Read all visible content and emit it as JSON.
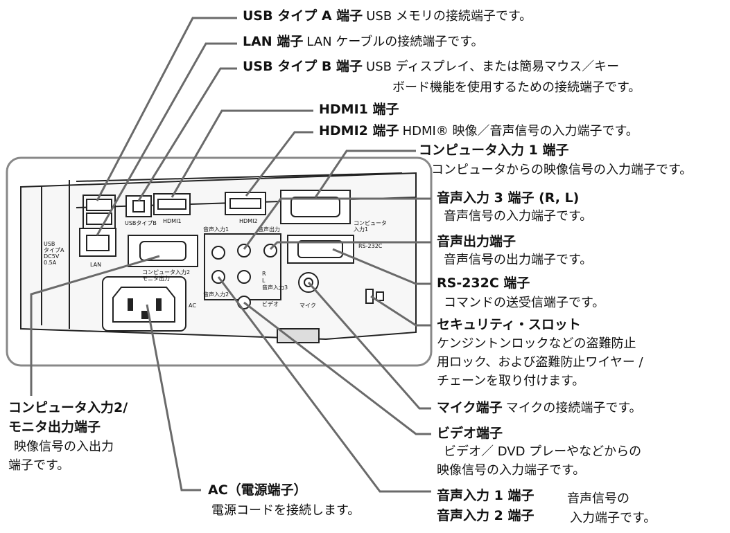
{
  "labels": {
    "usb_a": {
      "title": "USB タイプ A 端子",
      "desc": "USB メモリの接続端子です。"
    },
    "lan": {
      "title": "LAN 端子",
      "desc": "LAN ケーブルの接続端子です。"
    },
    "usb_b": {
      "title": "USB タイプ B 端子",
      "desc": "USB ディスプレイ、または簡易マウス／キー",
      "desc2": "ボード機能を使用するための接続端子です。"
    },
    "hdmi1": {
      "title": "HDMI1 端子"
    },
    "hdmi2": {
      "title": "HDMI2 端子",
      "desc": "HDMI® 映像／音声信号の入力端子です。"
    },
    "computer1": {
      "title": "コンピュータ入力 1 端子",
      "desc": "コンピュータからの映像信号の入力端子です。"
    },
    "audio_in3": {
      "title": "音声入力 3 端子 (R, L)",
      "desc": "音声信号の入力端子です。"
    },
    "audio_out": {
      "title": "音声出力端子",
      "desc": "音声信号の出力端子です。"
    },
    "rs232c": {
      "title": "RS-232C 端子",
      "desc": "コマンドの送受信端子です。"
    },
    "security": {
      "title": "セキュリティ・スロット",
      "desc1": "ケンジントンロックなどの盗難防止",
      "desc2": "用ロック、および盗難防止ワイヤー /",
      "desc3": "チェーンを取り付けます。"
    },
    "mic": {
      "title": "マイク端子",
      "desc": "マイクの接続端子です。"
    },
    "video": {
      "title": "ビデオ端子",
      "desc1": "ビデオ／ DVD プレーやなどからの",
      "desc2": "映像信号の入力端子です。"
    },
    "audio_in12": {
      "title1": "音声入力 1 端子",
      "title2": "音声入力 2 端子",
      "desc1": "音声信号の",
      "desc2": "入力端子です。"
    },
    "computer2": {
      "title1": "コンピュータ入力2/",
      "title2": "モニタ出力端子",
      "desc1": "映像信号の入出力",
      "desc2": "端子です。"
    },
    "ac": {
      "title": "AC（電源端子）",
      "desc": "電源コードを接続します。"
    }
  },
  "panel": {
    "usb_side": "USB\nタイプA\nDC5V\n0.5A",
    "lan": "LAN",
    "usb_b": "USBタイプB",
    "hdmi1": "HDMI1",
    "hdmi2": "HDMI2",
    "computer1": "コンピュータ\n入力1",
    "audio_in1": "音声入力1",
    "audio_out": "音声出力",
    "rs232c": "RS-232C",
    "computer2": "コンピュータ入力2\nモニタ出力",
    "audio_in2": "音声入力2",
    "audio_in3": "音声入力3",
    "r": "R",
    "l": "L",
    "video": "ビデオ",
    "mic": "マイク",
    "ac": "AC"
  },
  "colors": {
    "leader": "#6a6a6a",
    "body_outline": "#222222",
    "panel_fill": "#f4f4f4"
  }
}
